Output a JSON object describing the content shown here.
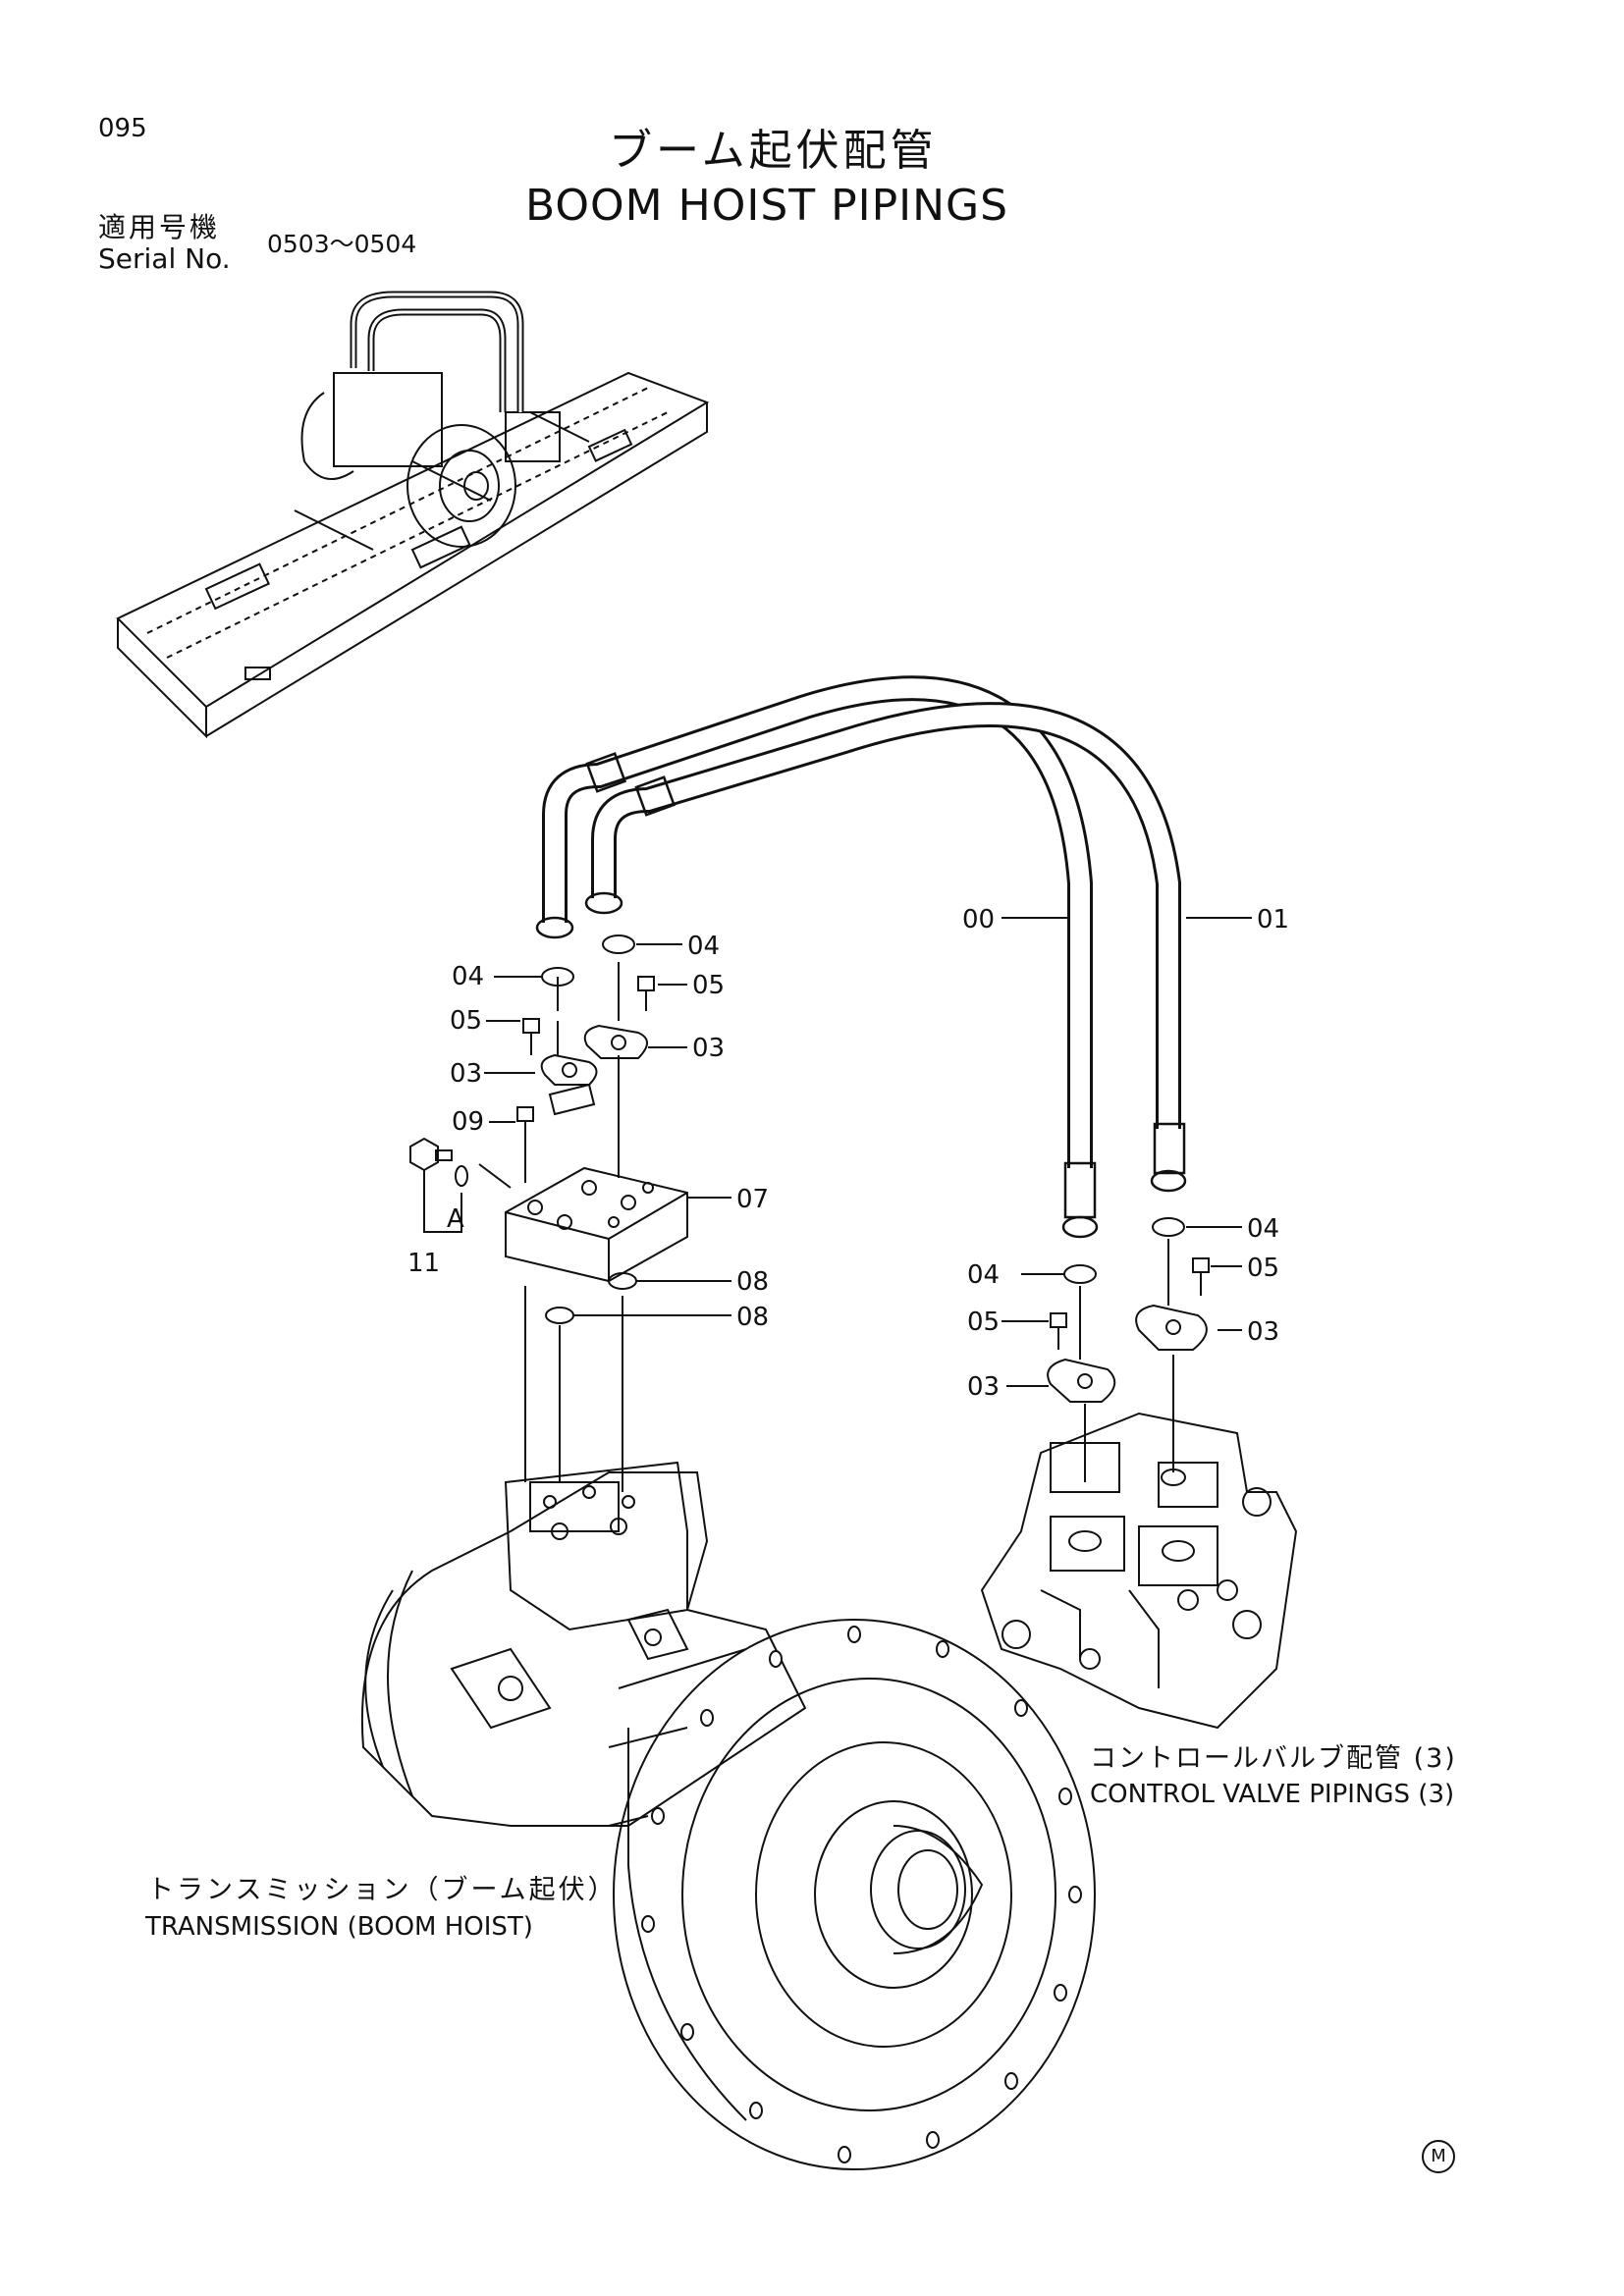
{
  "header": {
    "page_number": "095",
    "title_jp": "ブーム起伏配管",
    "title_en": "BOOM HOIST PIPINGS",
    "applicable_jp": "適用号機",
    "serial_label": "Serial No.",
    "serial_range": "0503～0504"
  },
  "callouts": {
    "c00": "00",
    "c01": "01",
    "c04a": "04",
    "c04b": "04",
    "c05a": "05",
    "c05b": "05",
    "c03a": "03",
    "c03b": "03",
    "c09": "09",
    "c07": "07",
    "c08a": "08",
    "c08b": "08",
    "c11": "11",
    "cA": "A",
    "c04c": "04",
    "c04d": "04",
    "c05c": "05",
    "c05d": "05",
    "c03c": "03",
    "c03d": "03"
  },
  "labels": {
    "transmission_jp": "トランスミッション（ブーム起伏）",
    "transmission_en": "TRANSMISSION (BOOM HOIST)",
    "control_valve_jp": "コントロールバルブ配管 (3)",
    "control_valve_en": "CONTROL VALVE PIPINGS (3)",
    "maker_mark": "M"
  }
}
